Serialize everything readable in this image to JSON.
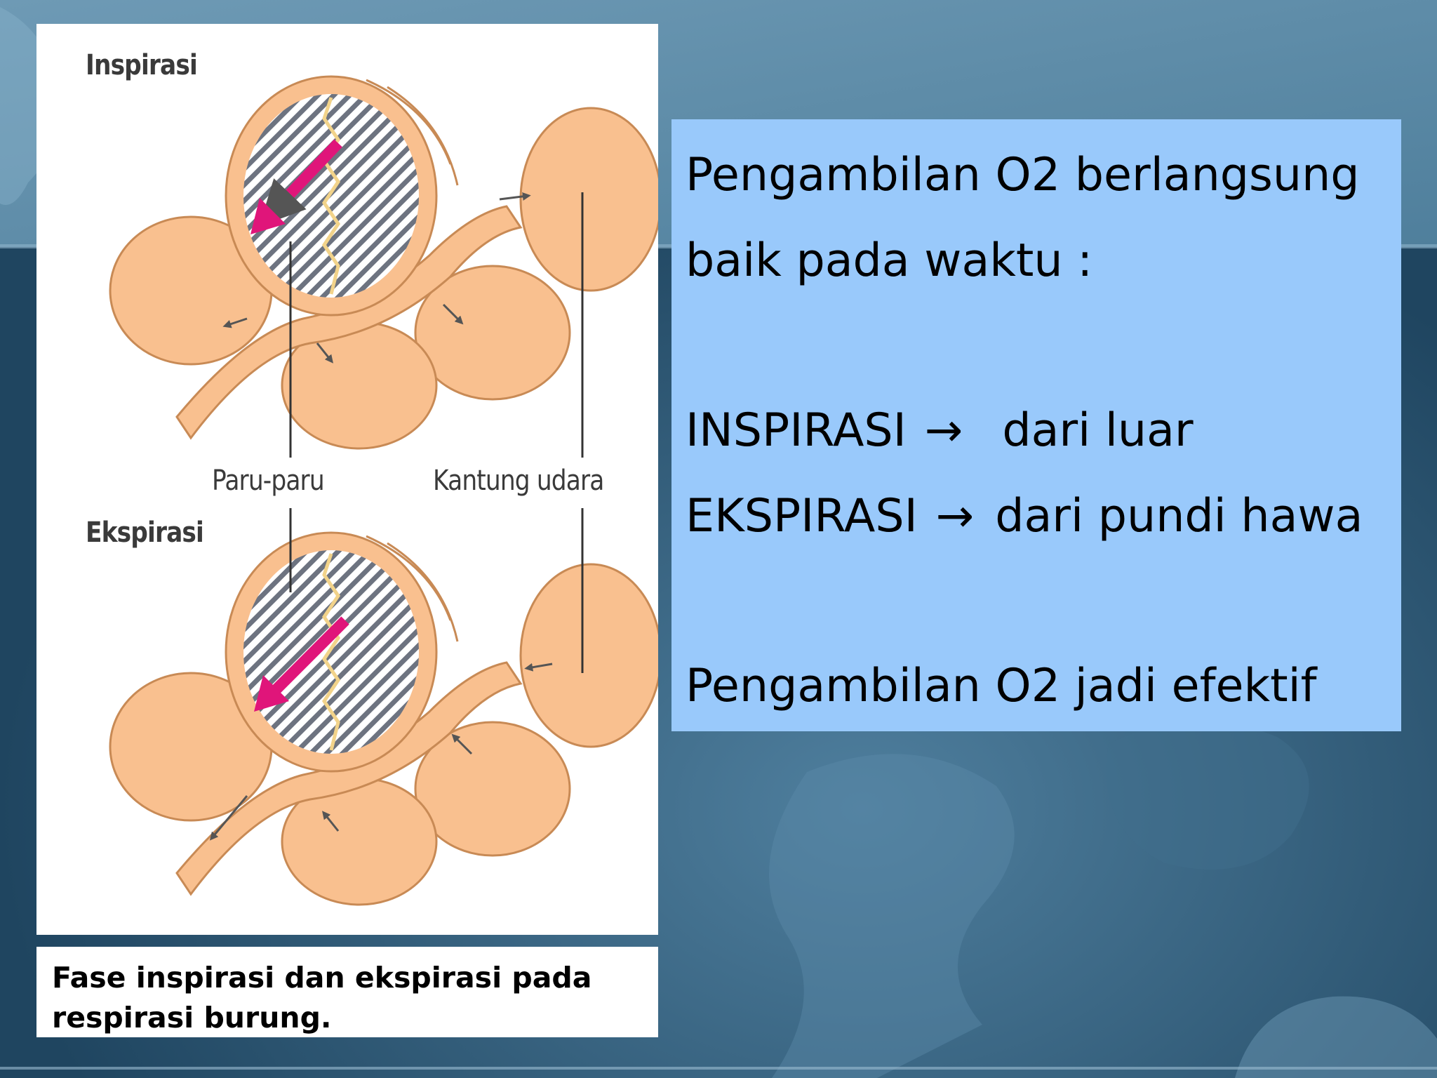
{
  "diagram": {
    "label_inspiration": "Inspirasi",
    "label_expiration": "Ekspirasi",
    "label_lungs": "Paru-paru",
    "label_air_sacs": "Kantung udara"
  },
  "caption": {
    "line1": "Fase inspirasi dan ekspirasi pada",
    "line2": "respirasi burung."
  },
  "panel": {
    "line1": "Pengambilan O2 berlangsung",
    "line2": "baik pada waktu :",
    "inspiration_term": "INSPIRASI",
    "inspiration_value": "dari luar",
    "expiration_term": "EKSPIRASI",
    "expiration_value": "dari pundi hawa",
    "arrow_glyph": "→",
    "conclusion": "Pengambilan O2 jadi efektif"
  },
  "colors": {
    "sac": "#f9c08f",
    "sac_outline": "#c88a55",
    "airflow_arrow": "#e0157a",
    "panel_bg": "#99c9fb",
    "slide_bg": "#2a4f6b"
  }
}
